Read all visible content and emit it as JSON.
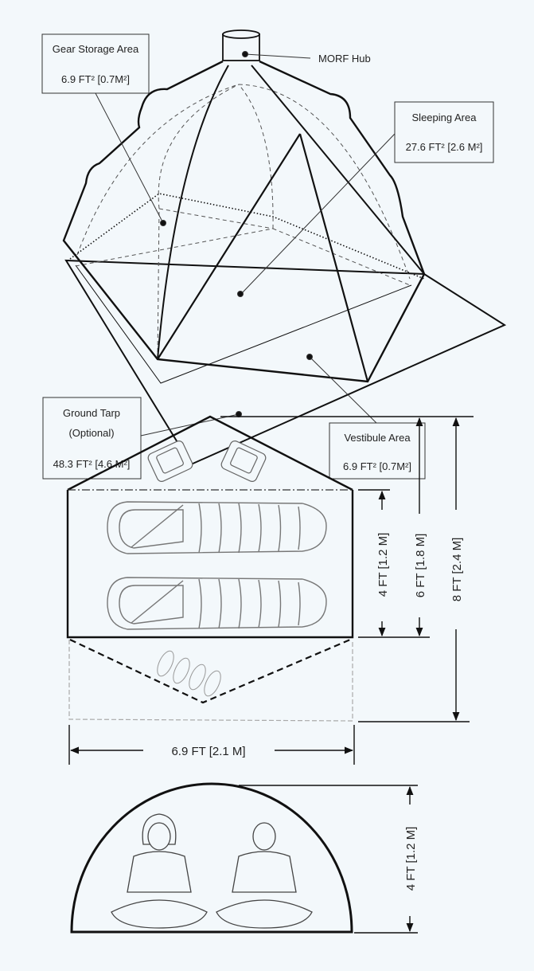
{
  "labels": {
    "gear_storage": {
      "title": "Gear Storage Area",
      "area": "6.9 FT² [0.7M²]"
    },
    "morf_hub": {
      "title": "MORF Hub"
    },
    "sleeping": {
      "title": "Sleeping Area",
      "area": "27.6 FT² [2.6 M²]"
    },
    "ground_tarp": {
      "title": "Ground Tarp",
      "subtitle": "(Optional)",
      "area": "48.3 FT² [4.6 M²]"
    },
    "vestibule": {
      "title": "Vestibule Area",
      "area": "6.9 FT² [0.7M²]"
    }
  },
  "dimensions": {
    "inner_depth": "4 FT [1.2 M]",
    "tent_depth": "6 FT [1.8 M]",
    "total_depth": "8 FT [2.4 M]",
    "width": "6.9 FT [2.1 M]",
    "height": "4 FT [1.2 M]"
  }
}
